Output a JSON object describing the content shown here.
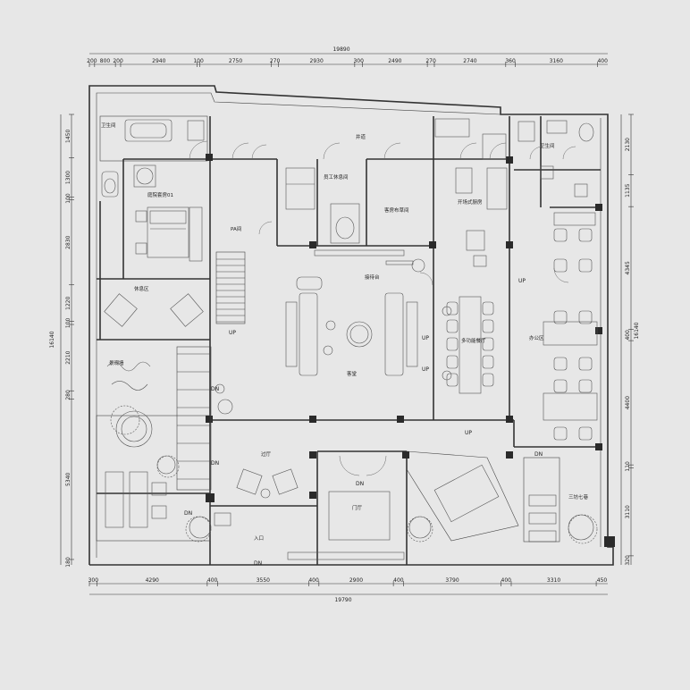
{
  "dimensions": {
    "top_total": "19890",
    "top_segments": [
      "200",
      "800",
      "200",
      "2940",
      "100",
      "2750",
      "270",
      "2930",
      "300",
      "2490",
      "270",
      "2740",
      "360",
      "3160",
      "400"
    ],
    "bottom_total": "19790",
    "bottom_segments": [
      "300",
      "4290",
      "400",
      "3550",
      "400",
      "2900",
      "400",
      "3790",
      "400",
      "3310",
      "450"
    ],
    "left_total": "16140",
    "left_segments": [
      "1450",
      "1300",
      "100",
      "2830",
      "1220",
      "100",
      "2210",
      "280",
      "5340",
      "180"
    ],
    "right_total": "16140",
    "right_segments": [
      "2130",
      "1135",
      "4345",
      "400",
      "4400",
      "110",
      "3110",
      "320"
    ]
  },
  "rooms": {
    "toilet_left": "卫生间",
    "suite_01": "庭院套房01",
    "pa": "PA间",
    "staff_lounge": "员工休息间",
    "guest_storage": "客房布草间",
    "open_kitchen": "开场式厨房",
    "toilet_right": "卫生间",
    "bar": "接待台",
    "restroom": "休息区",
    "living": "客堂",
    "multi_dining": "多功能餐厅",
    "office": "办公区",
    "landscape": "景观墙",
    "corridor": "过厅",
    "foyer": "门厅",
    "entrance": "入口",
    "sanfang": "三坊七巷",
    "yard": "井道"
  },
  "markers": {
    "up": "UP",
    "dn": "DN"
  }
}
